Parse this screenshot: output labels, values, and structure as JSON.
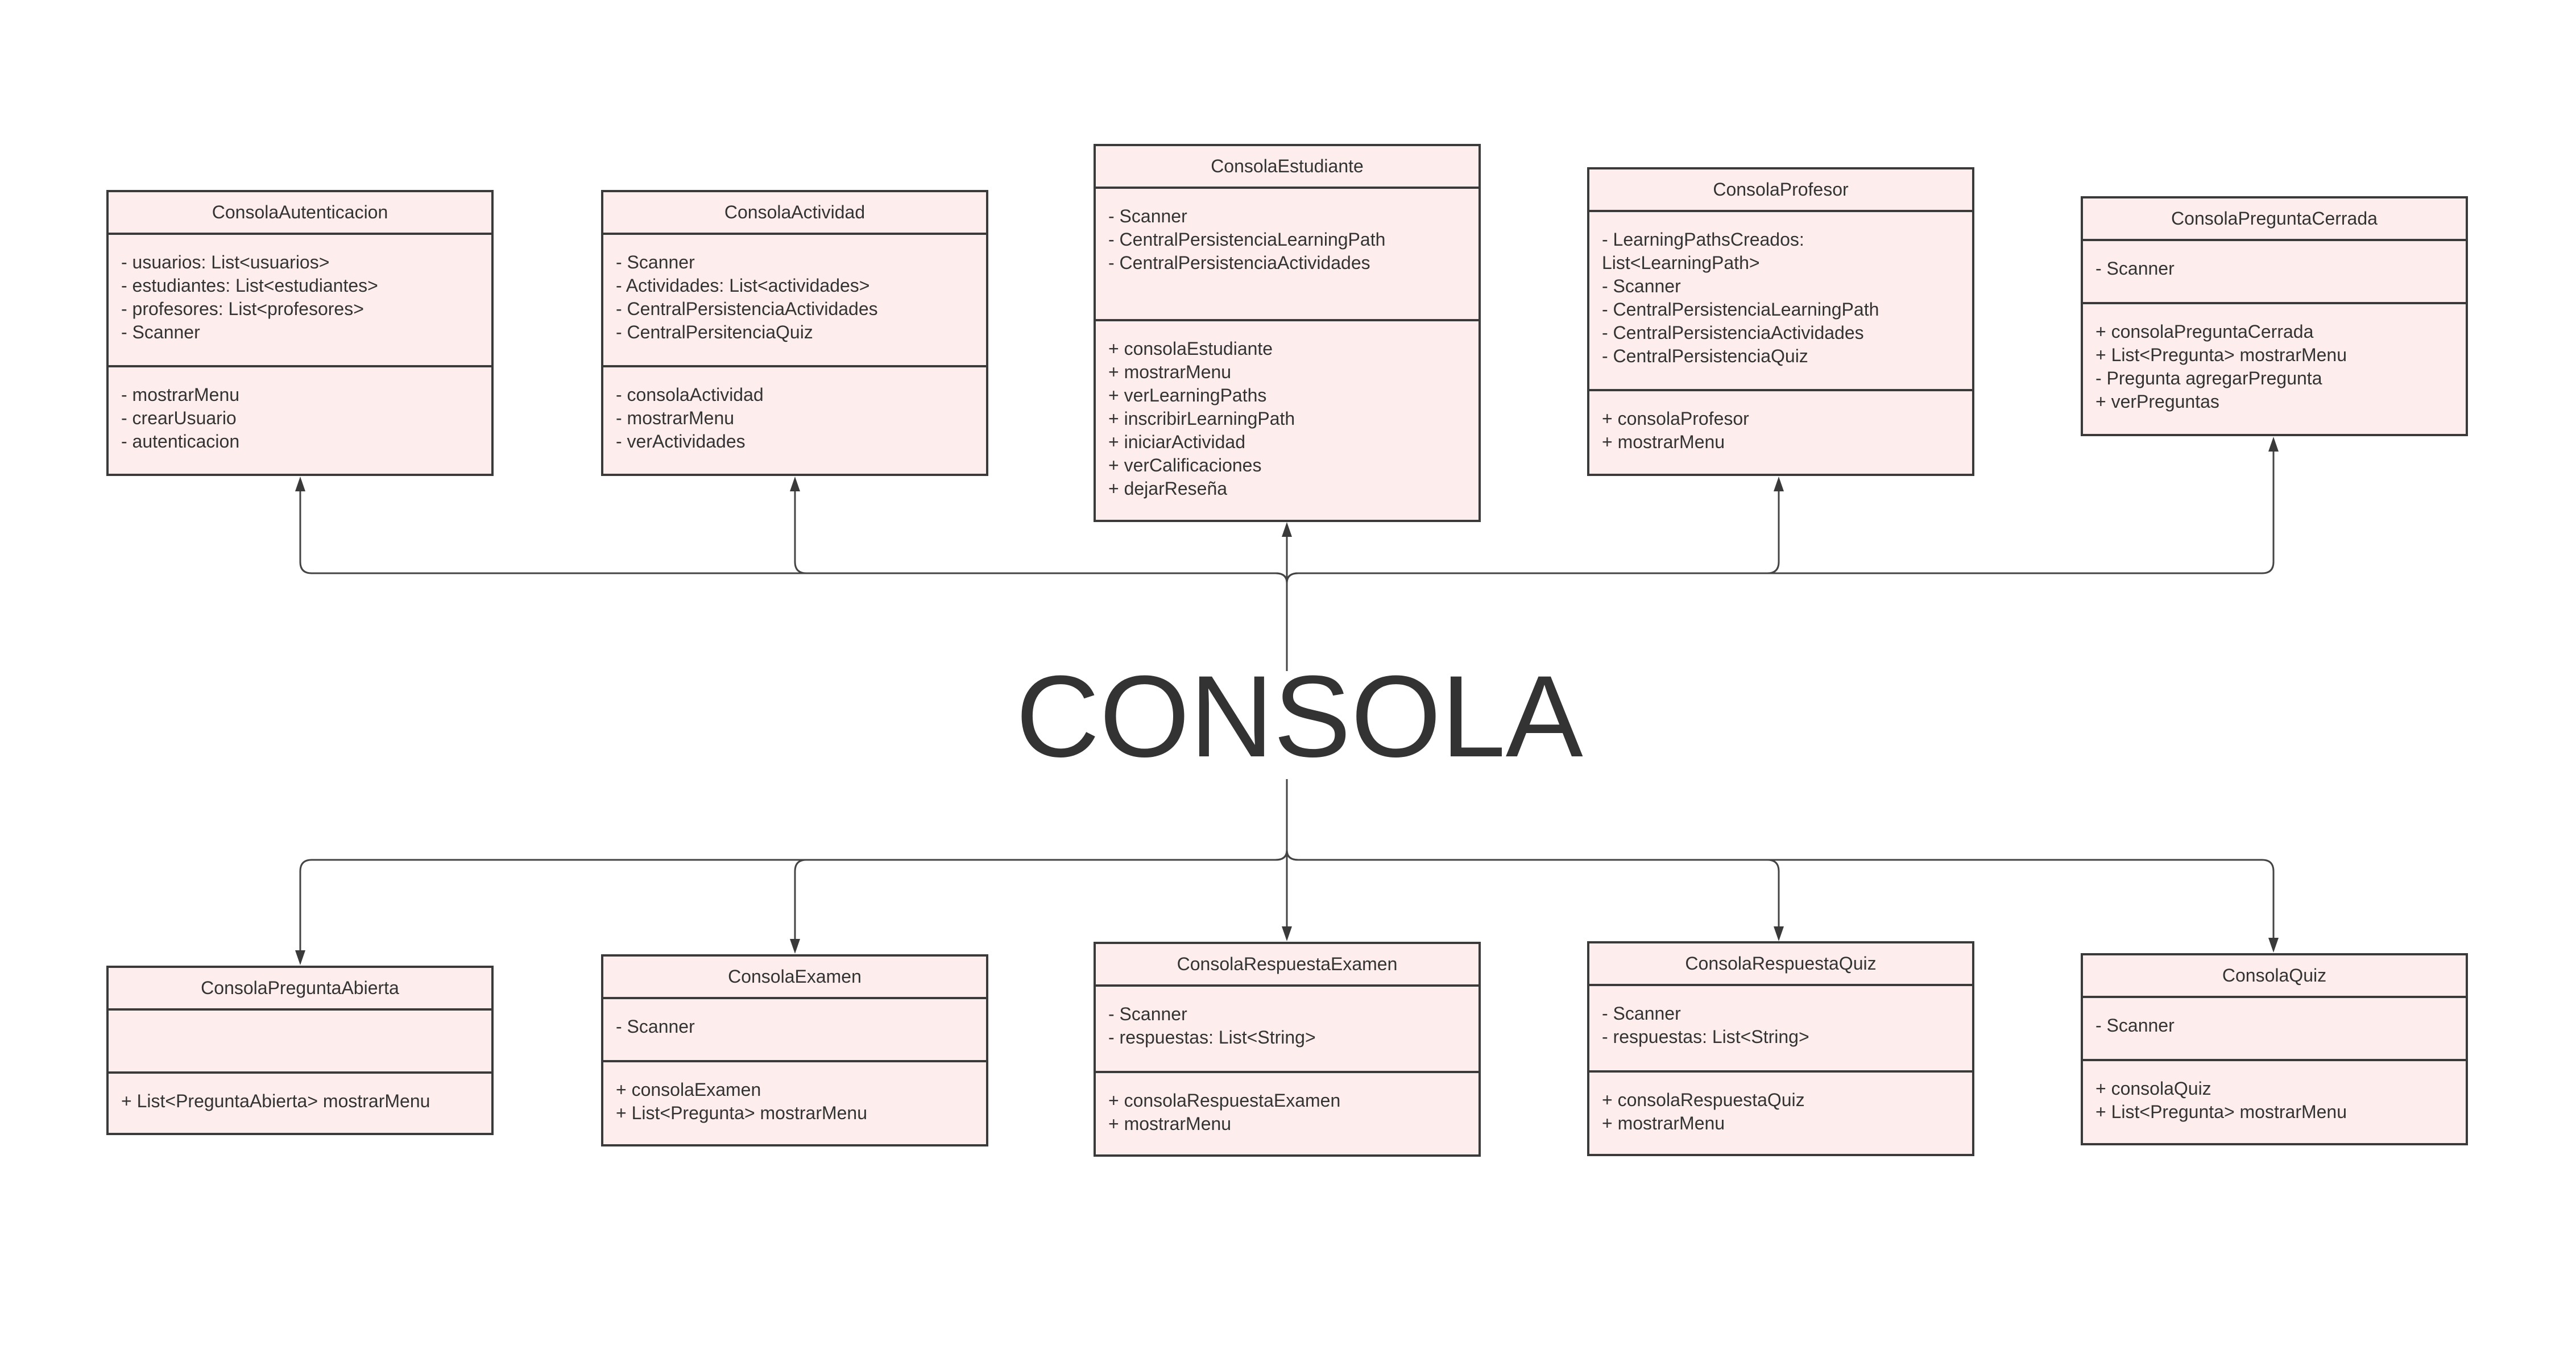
{
  "title": "CONSOLA",
  "colors": {
    "box_fill": "#fdeeed",
    "border": "#3a3a3a",
    "line": "#444444",
    "text": "#333333"
  },
  "classes": {
    "autenticacion": {
      "name": "ConsolaAutenticacion",
      "attributes": [
        "- usuarios: List<usuarios>",
        "- estudiantes: List<estudiantes>",
        "- profesores: List<profesores>",
        "- Scanner"
      ],
      "methods": [
        "- mostrarMenu",
        "- crearUsuario",
        "- autenticacion"
      ]
    },
    "actividad": {
      "name": "ConsolaActividad",
      "attributes": [
        "- Scanner",
        "- Actividades: List<actividades>",
        "- CentralPersistenciaActividades",
        "- CentralPersitenciaQuiz"
      ],
      "methods": [
        "- consolaActividad",
        "- mostrarMenu",
        "- verActividades"
      ]
    },
    "estudiante": {
      "name": "ConsolaEstudiante",
      "attributes": [
        "- Scanner",
        "- CentralPersistenciaLearningPath",
        "- CentralPersistenciaActividades"
      ],
      "methods": [
        "+ consolaEstudiante",
        "+ mostrarMenu",
        "+ verLearningPaths",
        "+ inscribirLearningPath",
        "+ iniciarActividad",
        "+ verCalificaciones",
        "+ dejarReseña"
      ]
    },
    "profesor": {
      "name": "ConsolaProfesor",
      "attributes": [
        "- LearningPathsCreados:",
        "List<LearningPath>",
        "- Scanner",
        "- CentralPersistenciaLearningPath",
        "- CentralPersistenciaActividades",
        "- CentralPersistenciaQuiz"
      ],
      "methods": [
        "+ consolaProfesor",
        "+ mostrarMenu"
      ]
    },
    "pregunta_cerrada": {
      "name": "ConsolaPreguntaCerrada",
      "attributes": [
        "- Scanner"
      ],
      "methods": [
        "+ consolaPreguntaCerrada",
        "+ List<Pregunta> mostrarMenu",
        "- Pregunta agregarPregunta",
        "+ verPreguntas"
      ]
    },
    "pregunta_abierta": {
      "name": "ConsolaPreguntaAbierta",
      "attributes": [],
      "methods": [
        "+ List<PreguntaAbierta> mostrarMenu"
      ]
    },
    "examen": {
      "name": "ConsolaExamen",
      "attributes": [
        "- Scanner"
      ],
      "methods": [
        "+ consolaExamen",
        "+ List<Pregunta> mostrarMenu"
      ]
    },
    "respuesta_examen": {
      "name": "ConsolaRespuestaExamen",
      "attributes": [
        "- Scanner",
        "- respuestas: List<String>"
      ],
      "methods": [
        "+ consolaRespuestaExamen",
        "+ mostrarMenu"
      ]
    },
    "respuesta_quiz": {
      "name": "ConsolaRespuestaQuiz",
      "attributes": [
        "- Scanner",
        "- respuestas: List<String>"
      ],
      "methods": [
        "+ consolaRespuestaQuiz",
        "+ mostrarMenu"
      ]
    },
    "quiz": {
      "name": "ConsolaQuiz",
      "attributes": [
        "- Scanner"
      ],
      "methods": [
        "+ consolaQuiz",
        "+ List<Pregunta> mostrarMenu"
      ]
    }
  }
}
